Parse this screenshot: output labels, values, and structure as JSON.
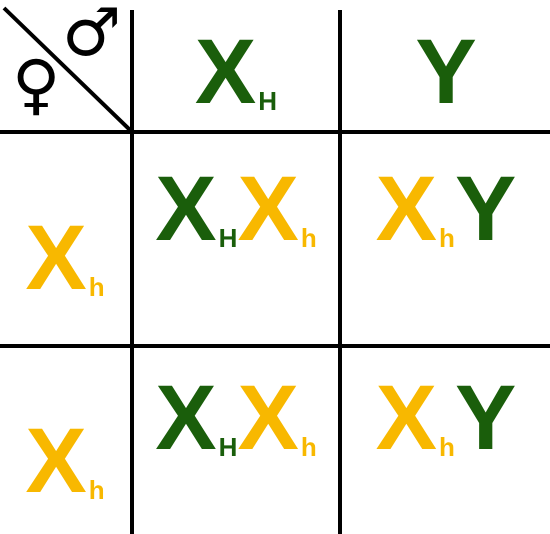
{
  "colors": {
    "dominant": "#1a5e0b",
    "recessive": "#f8b800",
    "line": "#000000"
  },
  "corner": {
    "male_symbol": "♂",
    "female_symbol": "♀"
  },
  "header_cols": [
    {
      "letter": "X",
      "sub": "H",
      "color": "#1a5e0b"
    },
    {
      "letter": "Y",
      "sub": "",
      "color": "#1a5e0b"
    }
  ],
  "header_rows": [
    {
      "letter": "X",
      "sub": "h",
      "color": "#f8b800"
    },
    {
      "letter": "X",
      "sub": "h",
      "color": "#f8b800"
    }
  ],
  "cells": [
    [
      [
        {
          "letter": "X",
          "sub": "H",
          "color": "#1a5e0b"
        },
        {
          "letter": "X",
          "sub": "h",
          "color": "#f8b800"
        }
      ],
      [
        {
          "letter": "X",
          "sub": "h",
          "color": "#f8b800"
        },
        {
          "letter": "Y",
          "sub": "",
          "color": "#1a5e0b"
        }
      ]
    ],
    [
      [
        {
          "letter": "X",
          "sub": "H",
          "color": "#1a5e0b"
        },
        {
          "letter": "X",
          "sub": "h",
          "color": "#f8b800"
        }
      ],
      [
        {
          "letter": "X",
          "sub": "h",
          "color": "#f8b800"
        },
        {
          "letter": "Y",
          "sub": "",
          "color": "#1a5e0b"
        }
      ]
    ]
  ]
}
